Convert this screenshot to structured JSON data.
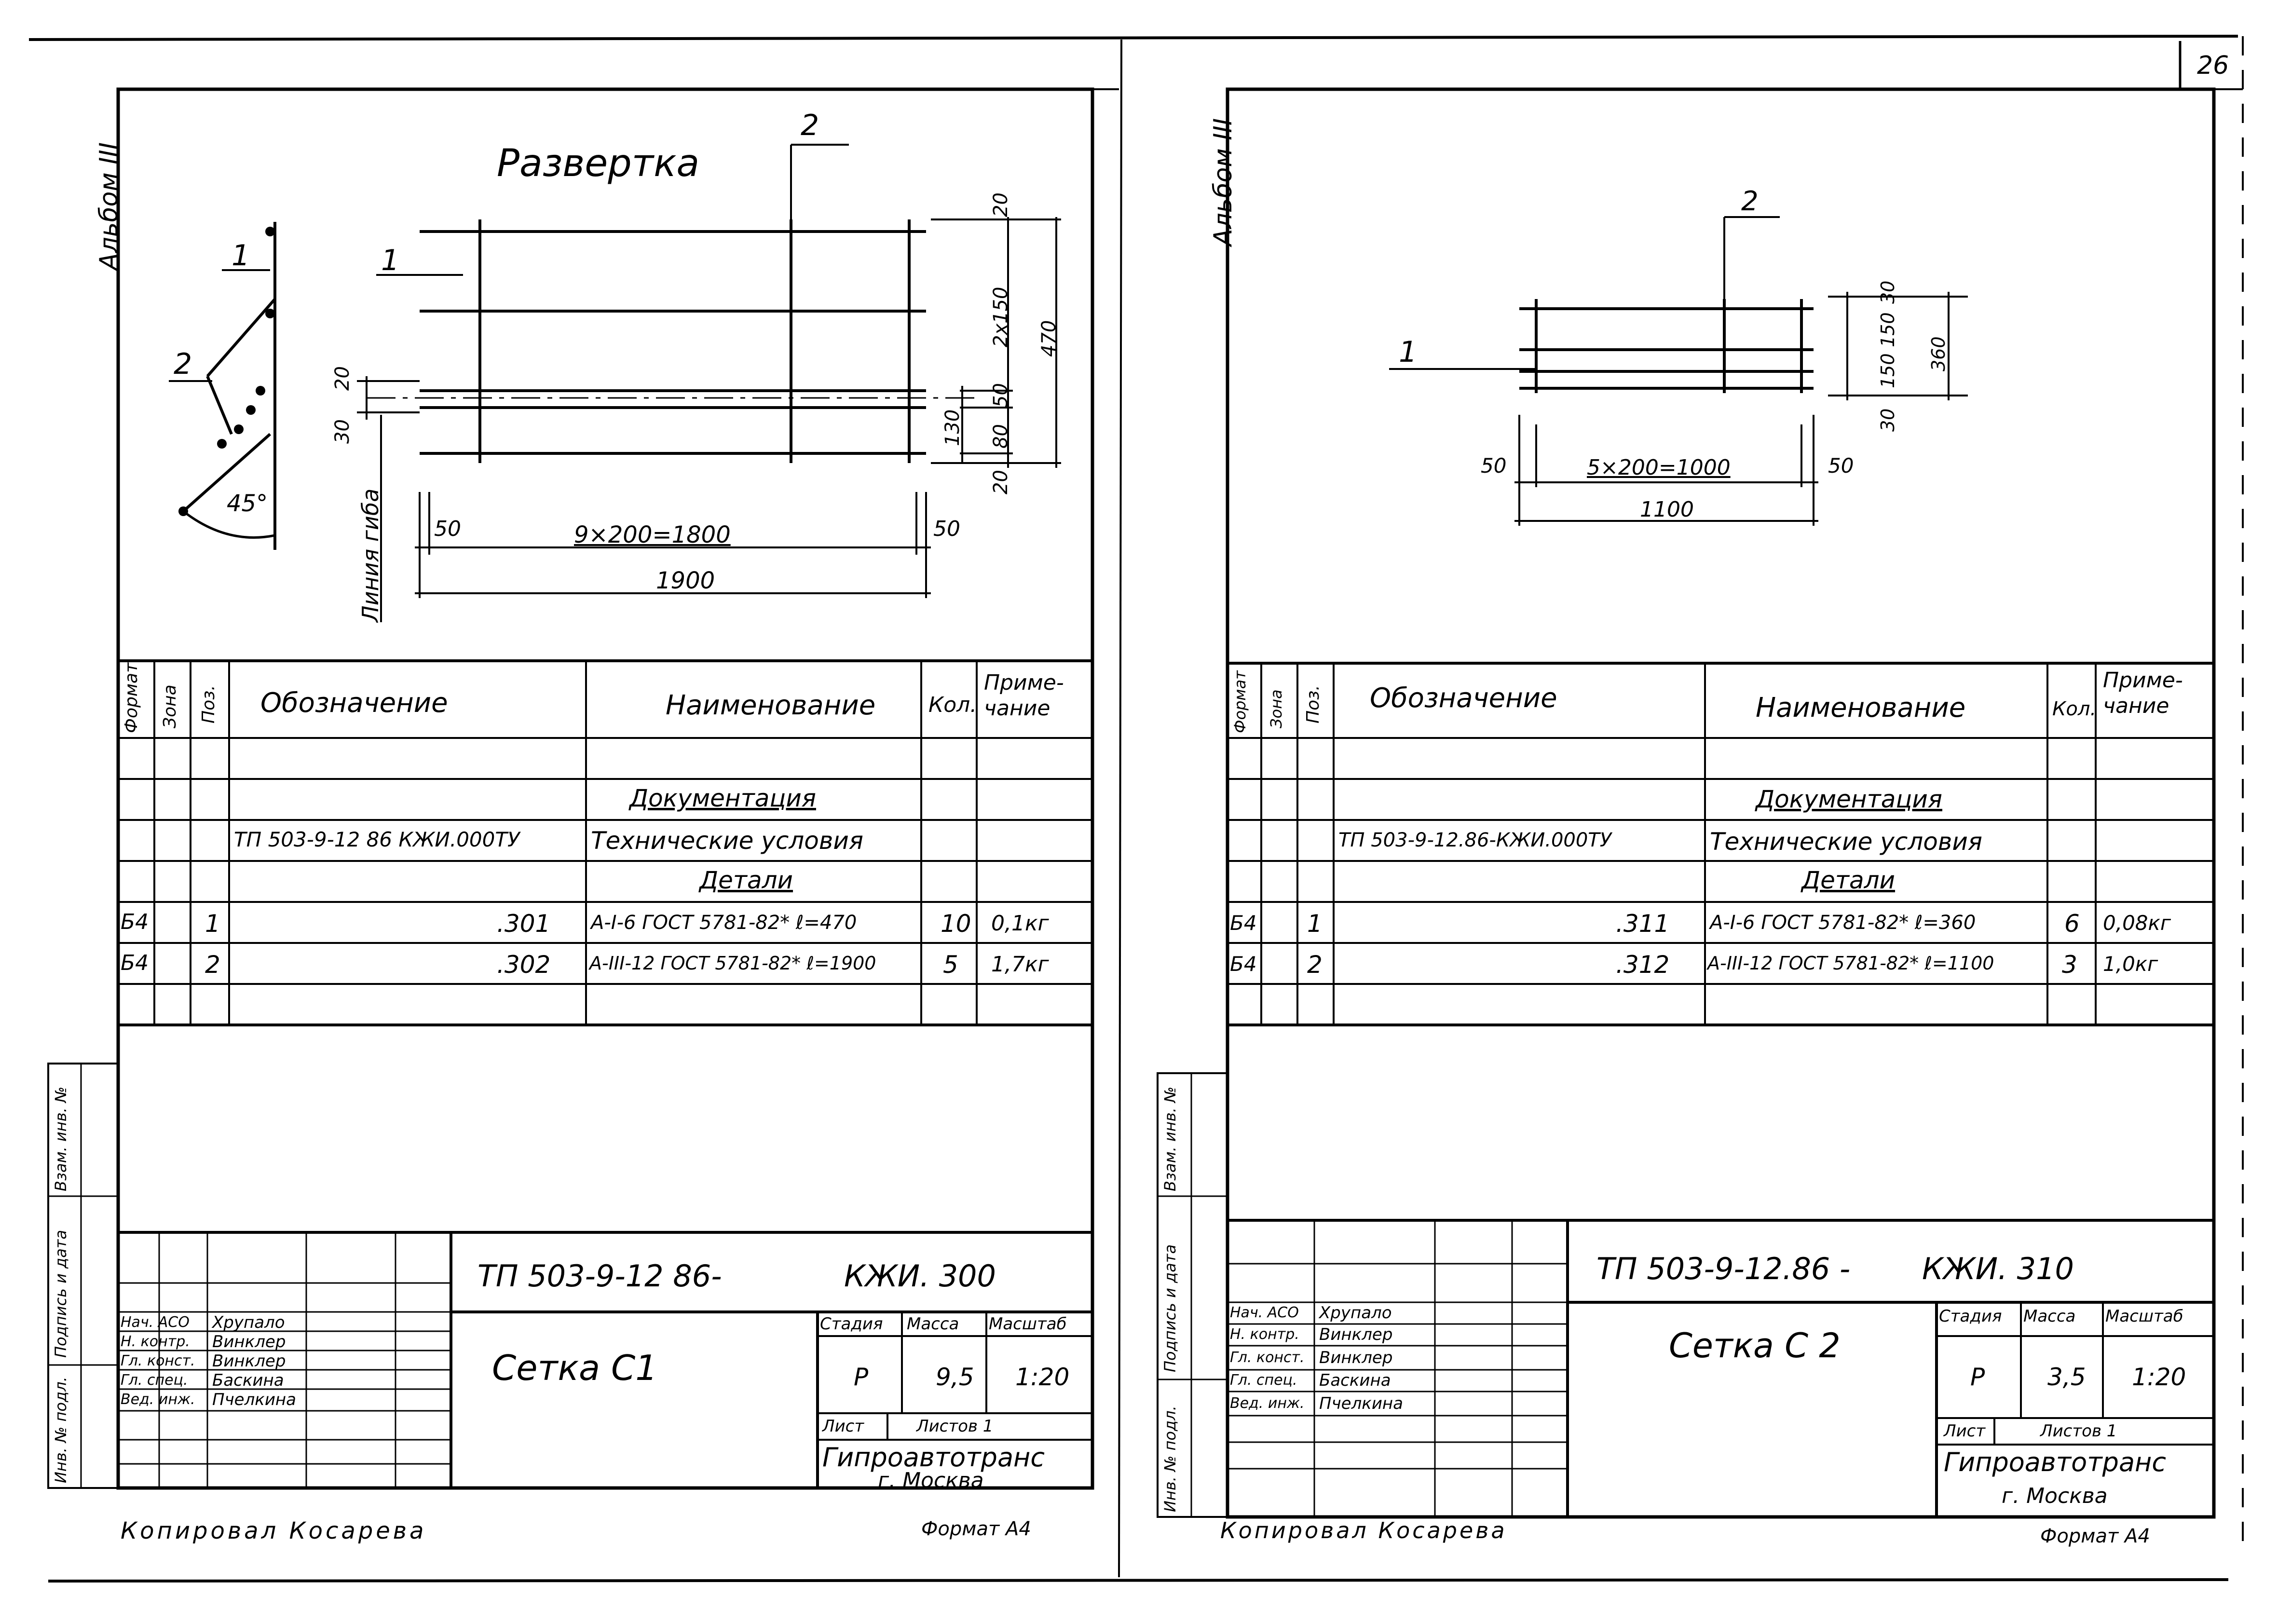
{
  "page_number": "26",
  "left": {
    "album": "Альбом III",
    "title_drawing": "Развертка",
    "bend_line": "Линия гиба",
    "angle": "45°",
    "pos_labels": [
      "1",
      "2"
    ],
    "dims": {
      "top_20": "20",
      "two_x_150": "2x150",
      "total_470": "470",
      "d50": "50",
      "d130": "130",
      "d80": "80",
      "bottom_20": "20",
      "left_30": "30",
      "left_20": "20",
      "left_50": "50",
      "right_50": "50",
      "span": "9×200=1800",
      "total_1900": "1900"
    },
    "table": {
      "headers": [
        "Формат",
        "Зона",
        "Поз.",
        "Обозначение",
        "Наименование",
        "Кол.",
        "Приме-чание"
      ],
      "section_docs": "Документация",
      "doc_code": "ТП 503-9-12 86 КЖИ.000ТУ",
      "doc_name": "Технические условия",
      "section_parts": "Детали",
      "rows": [
        {
          "format": "Б4",
          "pos": "1",
          "code": ".301",
          "name": "А-I-6 ГОСТ 5781-82* ℓ=470",
          "qty": "10",
          "note": "0,1кг"
        },
        {
          "format": "Б4",
          "pos": "2",
          "code": ".302",
          "name": "А-III-12 ГОСТ 5781-82* ℓ=1900",
          "qty": "5",
          "note": "1,7кг"
        }
      ]
    },
    "side_stamp": [
      "Инв. № подл.",
      "Подпись и дата",
      "Взам. инв. №"
    ],
    "stamp": {
      "doc_number": "ТП 503-9-12 86-",
      "code": "КЖИ. 300",
      "name": "Сетка С1",
      "stage_label": "Стадия",
      "mass_label": "Масса",
      "scale_label": "Масштаб",
      "stage": "Р",
      "mass": "9,5",
      "scale": "1:20",
      "sheet_label": "Лист",
      "sheets_label": "Листов 1",
      "org": "Гипроавтотранс",
      "city": "г. Москва",
      "people": [
        {
          "role": "Нач. АСО",
          "name": "Хрупало"
        },
        {
          "role": "Н. контр.",
          "name": "Винклер"
        },
        {
          "role": "Гл. конст.",
          "name": "Винклер"
        },
        {
          "role": "Гл. спец.",
          "name": "Баскина"
        },
        {
          "role": "Вед. инж.",
          "name": "Пчелкина"
        }
      ]
    },
    "copied": "Копировал Косарева",
    "format": "Формат А4"
  },
  "right": {
    "album": "Альбом III",
    "pos_labels": [
      "1",
      "2"
    ],
    "dims": {
      "d30_top": "30",
      "d150a": "150",
      "d150b": "150",
      "d30_bottom": "30",
      "total_360": "360",
      "left_50": "50",
      "right_50": "50",
      "span": "5×200=1000",
      "total_1100": "1100"
    },
    "table": {
      "headers": [
        "Формат",
        "Зона",
        "Поз.",
        "Обозначение",
        "Наименование",
        "Кол.",
        "Приме-чание"
      ],
      "section_docs": "Документация",
      "doc_code": "ТП 503-9-12.86-КЖИ.000ТУ",
      "doc_name": "Технические условия",
      "section_parts": "Детали",
      "rows": [
        {
          "format": "Б4",
          "pos": "1",
          "code": ".311",
          "name": "А-I-6 ГОСТ 5781-82* ℓ=360",
          "qty": "6",
          "note": "0,08кг"
        },
        {
          "format": "Б4",
          "pos": "2",
          "code": ".312",
          "name": "А-III-12 ГОСТ 5781-82* ℓ=1100",
          "qty": "3",
          "note": "1,0кг"
        }
      ]
    },
    "side_stamp": [
      "Инв. № подл.",
      "Подпись и дата",
      "Взам. инв. №"
    ],
    "stamp": {
      "doc_number": "ТП 503-9-12.86 -",
      "code": "КЖИ. 310",
      "name": "Сетка С 2",
      "stage_label": "Стадия",
      "mass_label": "Масса",
      "scale_label": "Масштаб",
      "stage": "Р",
      "mass": "3,5",
      "scale": "1:20",
      "sheet_label": "Лист",
      "sheets_label": "Листов 1",
      "org": "Гипроавтотранс",
      "city": "г. Москва",
      "people": [
        {
          "role": "Нач. АСО",
          "name": "Хрупало"
        },
        {
          "role": "Н. контр.",
          "name": "Винклер"
        },
        {
          "role": "Гл. конст.",
          "name": "Винклер"
        },
        {
          "role": "Гл. спец.",
          "name": "Баскина"
        },
        {
          "role": "Вед. инж.",
          "name": "Пчелкина"
        }
      ]
    },
    "copied": "Копировал Косарева",
    "format": "Формат А4"
  }
}
